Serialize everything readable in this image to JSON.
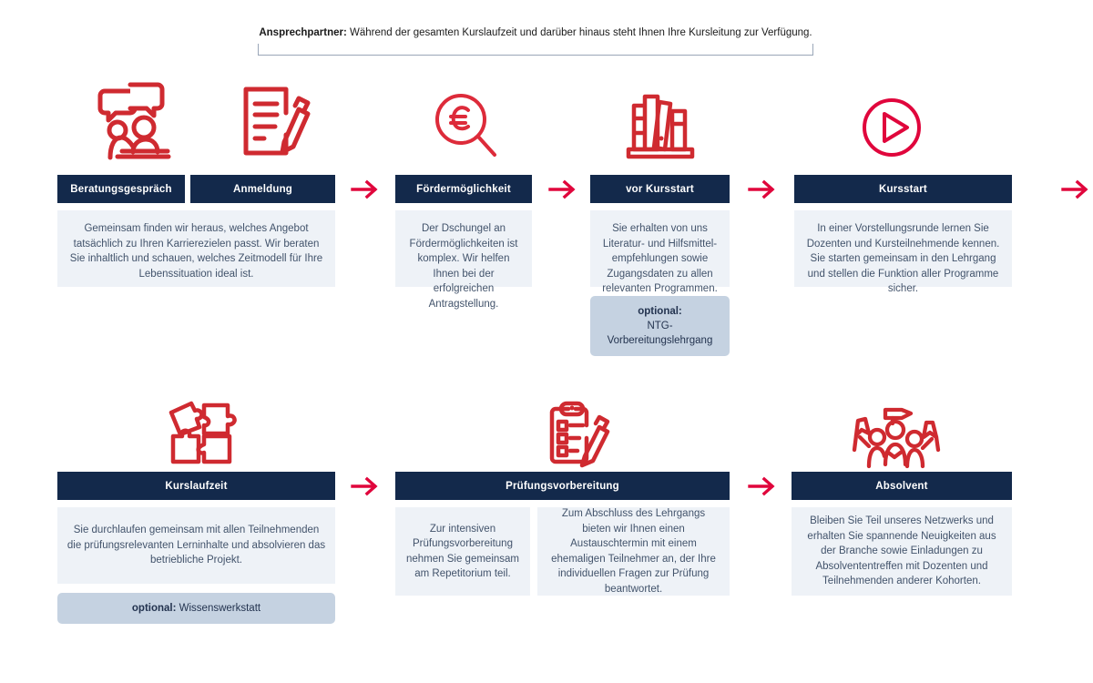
{
  "theme": {
    "navy": "#13294b",
    "panel": "#eef2f7",
    "optional_bg": "#c5d2e1",
    "accent_red": "#d92836",
    "arrow_red": "#e0063c",
    "body_text": "#42536b"
  },
  "top_note": {
    "label": "Ansprechpartner:",
    "text": " Während der gesamten Kurslaufzeit und darüber hinaus steht Ihnen Ihre Kursleitung zur Verfügung."
  },
  "row1": {
    "step1": {
      "icons": [
        "consultation-people-icon",
        "document-pen-icon"
      ],
      "headers": [
        "Beratungsgespräch",
        "Anmeldung"
      ],
      "body": "Gemeinsam finden wir heraus, welches Angebot tatsächlich zu Ihren Karrierezielen passt. Wir beraten Sie inhaltlich und schauen, welches Zeitmodell für Ihre Lebenssituation ideal ist."
    },
    "step2": {
      "icon": "euro-magnifier-icon",
      "header": "Fördermöglichkeit",
      "body": "Der Dschungel an Fördermöglichkeiten ist komplex. Wir helfen Ihnen bei der erfolgreichen Antragstellung."
    },
    "step3": {
      "icon": "bookshelf-icon",
      "header": "vor Kursstart",
      "body": "Sie erhalten von uns Literatur- und Hilfsmittel-empfehlungen sowie Zugangsdaten zu allen relevanten Programmen.",
      "optional_label": "optional:",
      "optional_value": "NTG-Vorbereitungslehrgang"
    },
    "step4": {
      "icon": "play-circle-icon",
      "header": "Kursstart",
      "body": "In einer Vorstellungsrunde lernen Sie Dozenten und Kursteilnehmende kennen. Sie starten gemeinsam in den Lehrgang und stellen die Funktion aller Programme sicher."
    }
  },
  "row2": {
    "step5": {
      "icon": "puzzle-pieces-icon",
      "header": "Kurslaufzeit",
      "body": "Sie durchlaufen gemeinsam mit allen Teilnehmenden die prüfungsrelevanten Lerninhalte und absolvieren das betriebliche Projekt.",
      "optional_label": "optional:",
      "optional_value": " Wissenswerkstatt"
    },
    "step6": {
      "icon": "clipboard-checklist-pen-icon",
      "header": "Prüfungsvorbereitung",
      "body_left": "Zur intensiven Prüfungsvorbereitung nehmen Sie gemeinsam am Repetitorium teil.",
      "body_right": "Zum Abschluss des Lehrgangs bieten wir Ihnen einen Austauschtermin mit einem ehemaligen Teilnehmer an, der Ihre individuellen Fragen zur Prüfung beantwortet."
    },
    "step7": {
      "icon": "graduates-celebrating-icon",
      "header": "Absolvent",
      "body": "Bleiben Sie Teil unseres Netzwerks und erhalten Sie spannende Neuigkeiten aus der Branche sowie Einladungen zu Absolvententreffen mit Dozenten und Teilnehmenden anderer Kohorten."
    }
  },
  "arrows": {
    "label": "flow-arrow"
  }
}
